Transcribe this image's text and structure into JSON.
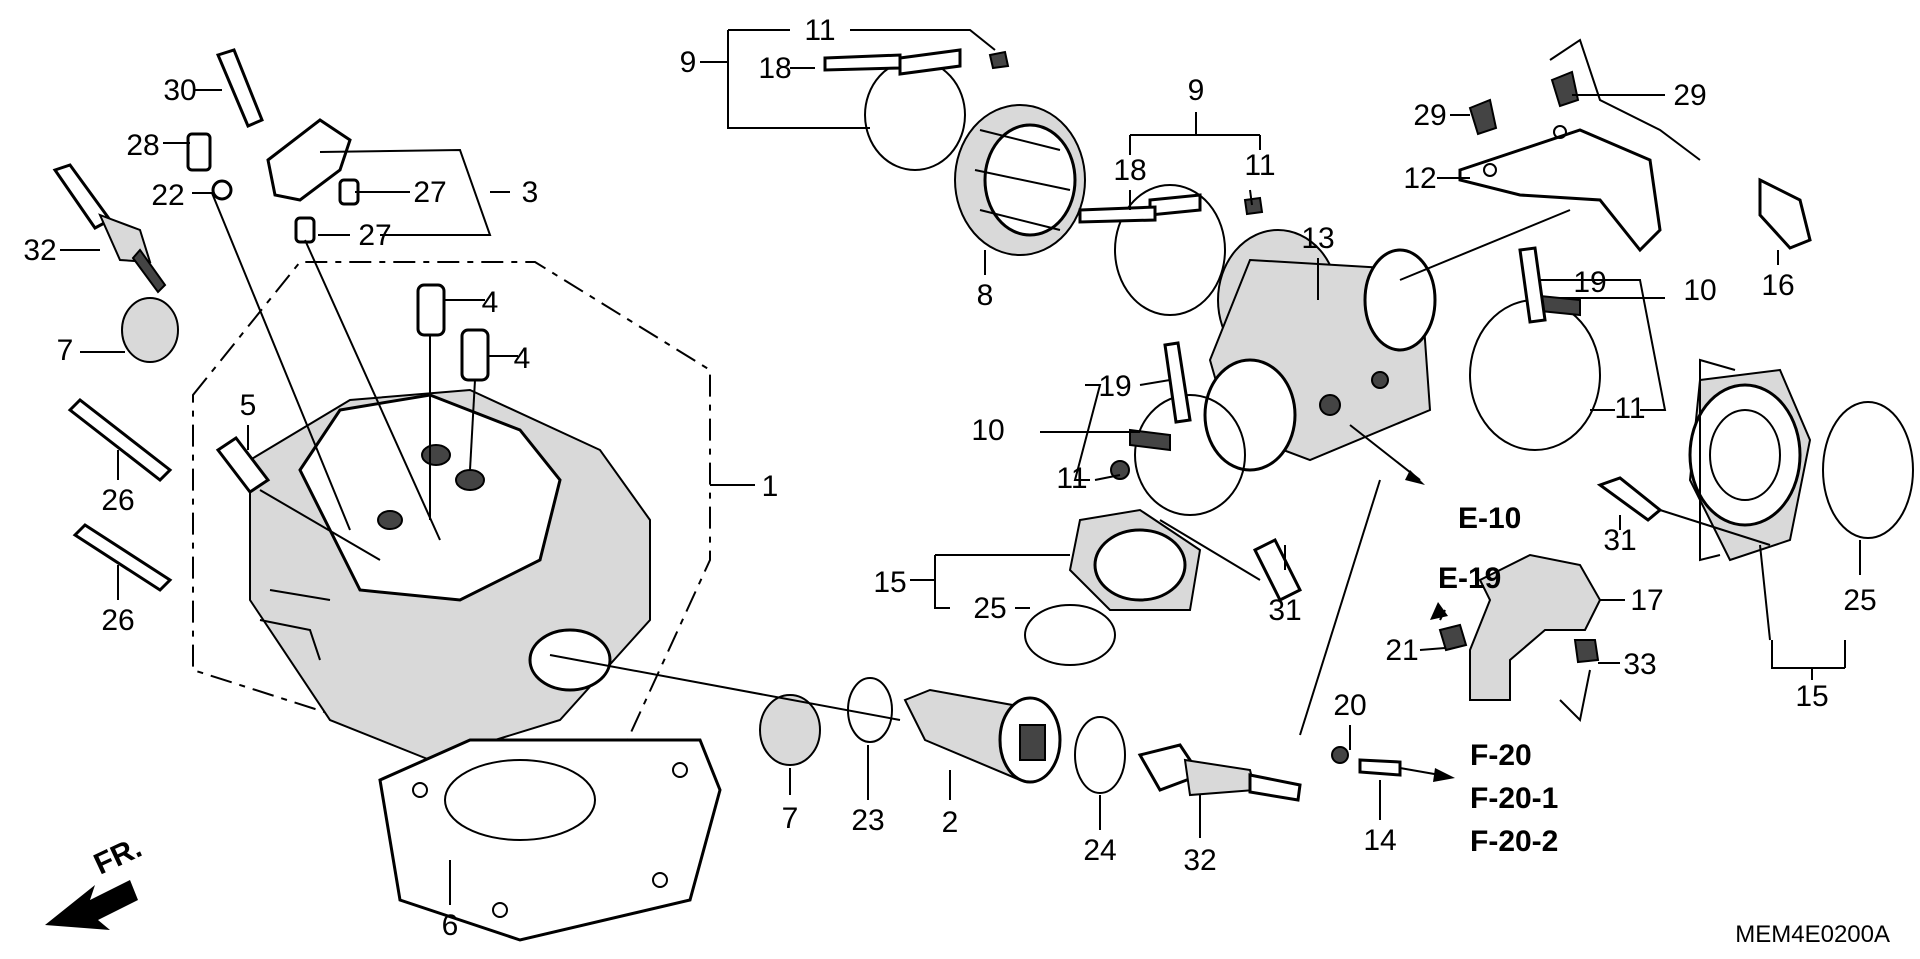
{
  "diagram_code": "MEM4E0200A",
  "front_marker": "FR.",
  "callouts": [
    {
      "id": "c1",
      "text": "1"
    },
    {
      "id": "c2",
      "text": "2"
    },
    {
      "id": "c3",
      "text": "3"
    },
    {
      "id": "c4a",
      "text": "4"
    },
    {
      "id": "c4b",
      "text": "4"
    },
    {
      "id": "c5",
      "text": "5"
    },
    {
      "id": "c6",
      "text": "6"
    },
    {
      "id": "c7a",
      "text": "7"
    },
    {
      "id": "c7b",
      "text": "7"
    },
    {
      "id": "c8",
      "text": "8"
    },
    {
      "id": "c9a",
      "text": "9"
    },
    {
      "id": "c9b",
      "text": "9"
    },
    {
      "id": "c10a",
      "text": "10"
    },
    {
      "id": "c10b",
      "text": "10"
    },
    {
      "id": "c11a",
      "text": "11"
    },
    {
      "id": "c11b",
      "text": "11"
    },
    {
      "id": "c11c",
      "text": "11"
    },
    {
      "id": "c11d",
      "text": "11"
    },
    {
      "id": "c12",
      "text": "12"
    },
    {
      "id": "c13",
      "text": "13"
    },
    {
      "id": "c14",
      "text": "14"
    },
    {
      "id": "c15a",
      "text": "15"
    },
    {
      "id": "c15b",
      "text": "15"
    },
    {
      "id": "c16",
      "text": "16"
    },
    {
      "id": "c17",
      "text": "17"
    },
    {
      "id": "c18a",
      "text": "18"
    },
    {
      "id": "c18b",
      "text": "18"
    },
    {
      "id": "c19a",
      "text": "19"
    },
    {
      "id": "c19b",
      "text": "19"
    },
    {
      "id": "c20",
      "text": "20"
    },
    {
      "id": "c21",
      "text": "21"
    },
    {
      "id": "c22",
      "text": "22"
    },
    {
      "id": "c23",
      "text": "23"
    },
    {
      "id": "c24",
      "text": "24"
    },
    {
      "id": "c25a",
      "text": "25"
    },
    {
      "id": "c25b",
      "text": "25"
    },
    {
      "id": "c26a",
      "text": "26"
    },
    {
      "id": "c26b",
      "text": "26"
    },
    {
      "id": "c27a",
      "text": "27"
    },
    {
      "id": "c27b",
      "text": "27"
    },
    {
      "id": "c28",
      "text": "28"
    },
    {
      "id": "c29a",
      "text": "29"
    },
    {
      "id": "c29b",
      "text": "29"
    },
    {
      "id": "c30",
      "text": "30"
    },
    {
      "id": "c31a",
      "text": "31"
    },
    {
      "id": "c31b",
      "text": "31"
    },
    {
      "id": "c32a",
      "text": "32"
    },
    {
      "id": "c32b",
      "text": "32"
    },
    {
      "id": "c33",
      "text": "33"
    }
  ],
  "references": [
    {
      "id": "r1",
      "text": "E-10"
    },
    {
      "id": "r2",
      "text": "E-19"
    },
    {
      "id": "r3",
      "text": "F-20"
    },
    {
      "id": "r4",
      "text": "F-20-1"
    },
    {
      "id": "r5",
      "text": "F-20-2"
    }
  ]
}
